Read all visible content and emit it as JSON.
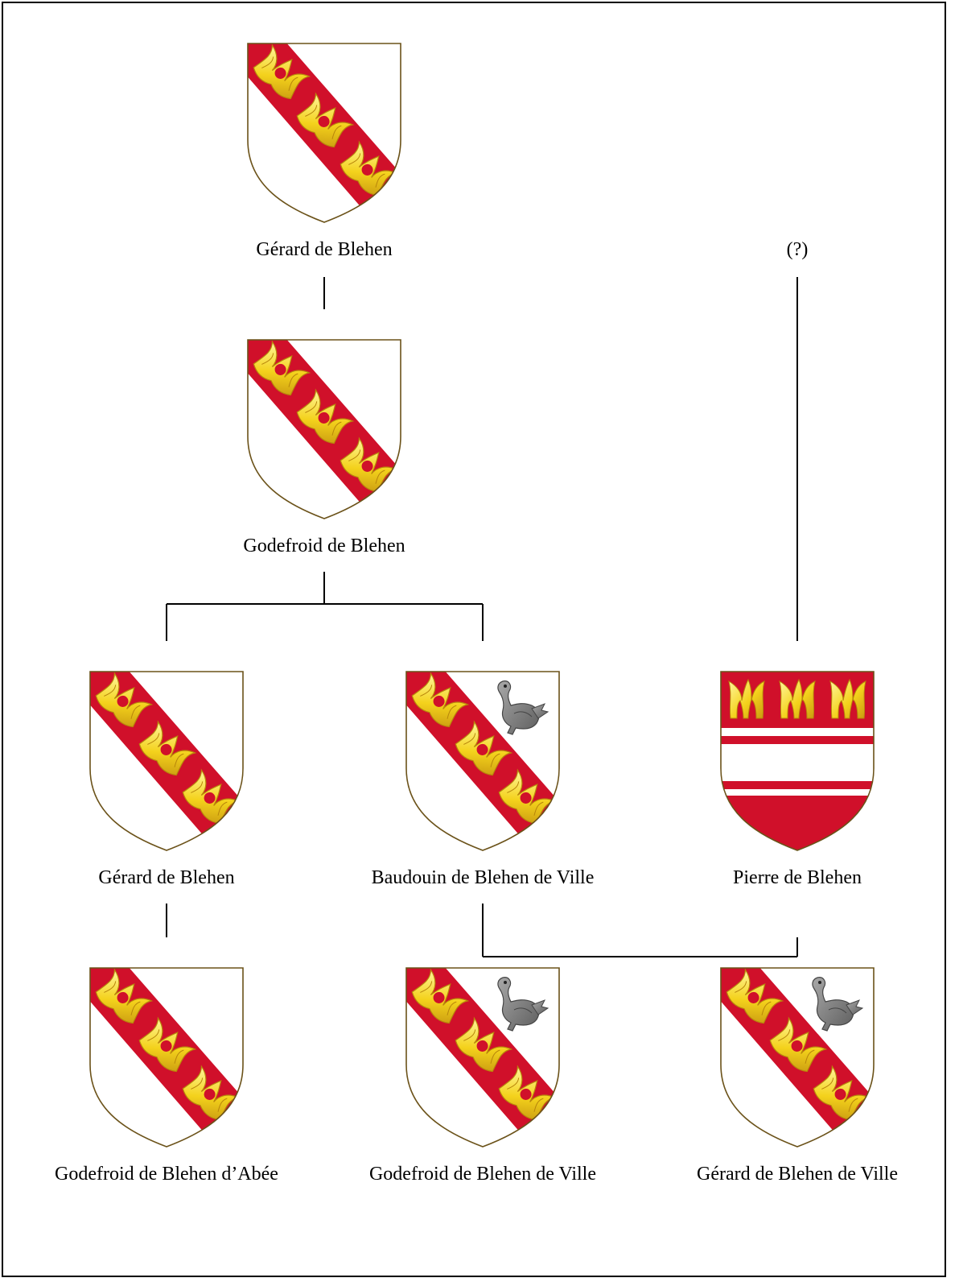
{
  "colors": {
    "gules": "#d0102a",
    "or": "#f4d21c",
    "or_light": "#fbf08a",
    "or_dark": "#b8860b",
    "argent": "#ffffff",
    "grey_bird": "#8c8c8c",
    "border": "#6b5219",
    "line": "#000000"
  },
  "nodes": [
    {
      "id": "gerard-1",
      "name": "Gérard de Blehen",
      "arms": "bend-flames"
    },
    {
      "id": "godefroid-1",
      "name": "Godefroid de Blehen",
      "arms": "bend-flames"
    },
    {
      "id": "unknown",
      "name": "(?)",
      "arms": ""
    },
    {
      "id": "gerard-2",
      "name": "Gérard de Blehen",
      "arms": "bend-flames"
    },
    {
      "id": "baudouin",
      "name": "Baudouin de Blehen de Ville",
      "arms": "bend-flames-bird"
    },
    {
      "id": "pierre",
      "name": "Pierre de Blehen",
      "arms": "chief-flames-bars"
    },
    {
      "id": "godefroid-abee",
      "name": "Godefroid de Blehen d’Abée",
      "arms": "bend-flames"
    },
    {
      "id": "godefroid-ville",
      "name": "Godefroid de Blehen de Ville",
      "arms": "bend-flames-bird"
    },
    {
      "id": "gerard-ville",
      "name": "Gérard de Blehen de Ville",
      "arms": "bend-flames-bird"
    }
  ],
  "edges": [
    {
      "from": "gerard-1",
      "to": [
        "godefroid-1"
      ]
    },
    {
      "from": "godefroid-1",
      "to": [
        "gerard-2",
        "baudouin"
      ]
    },
    {
      "from": "unknown",
      "to": [
        "pierre"
      ]
    },
    {
      "from": "gerard-2",
      "to": [
        "godefroid-abee"
      ]
    },
    {
      "from": "baudouin",
      "to": [
        "godefroid-ville",
        "gerard-ville"
      ]
    }
  ]
}
